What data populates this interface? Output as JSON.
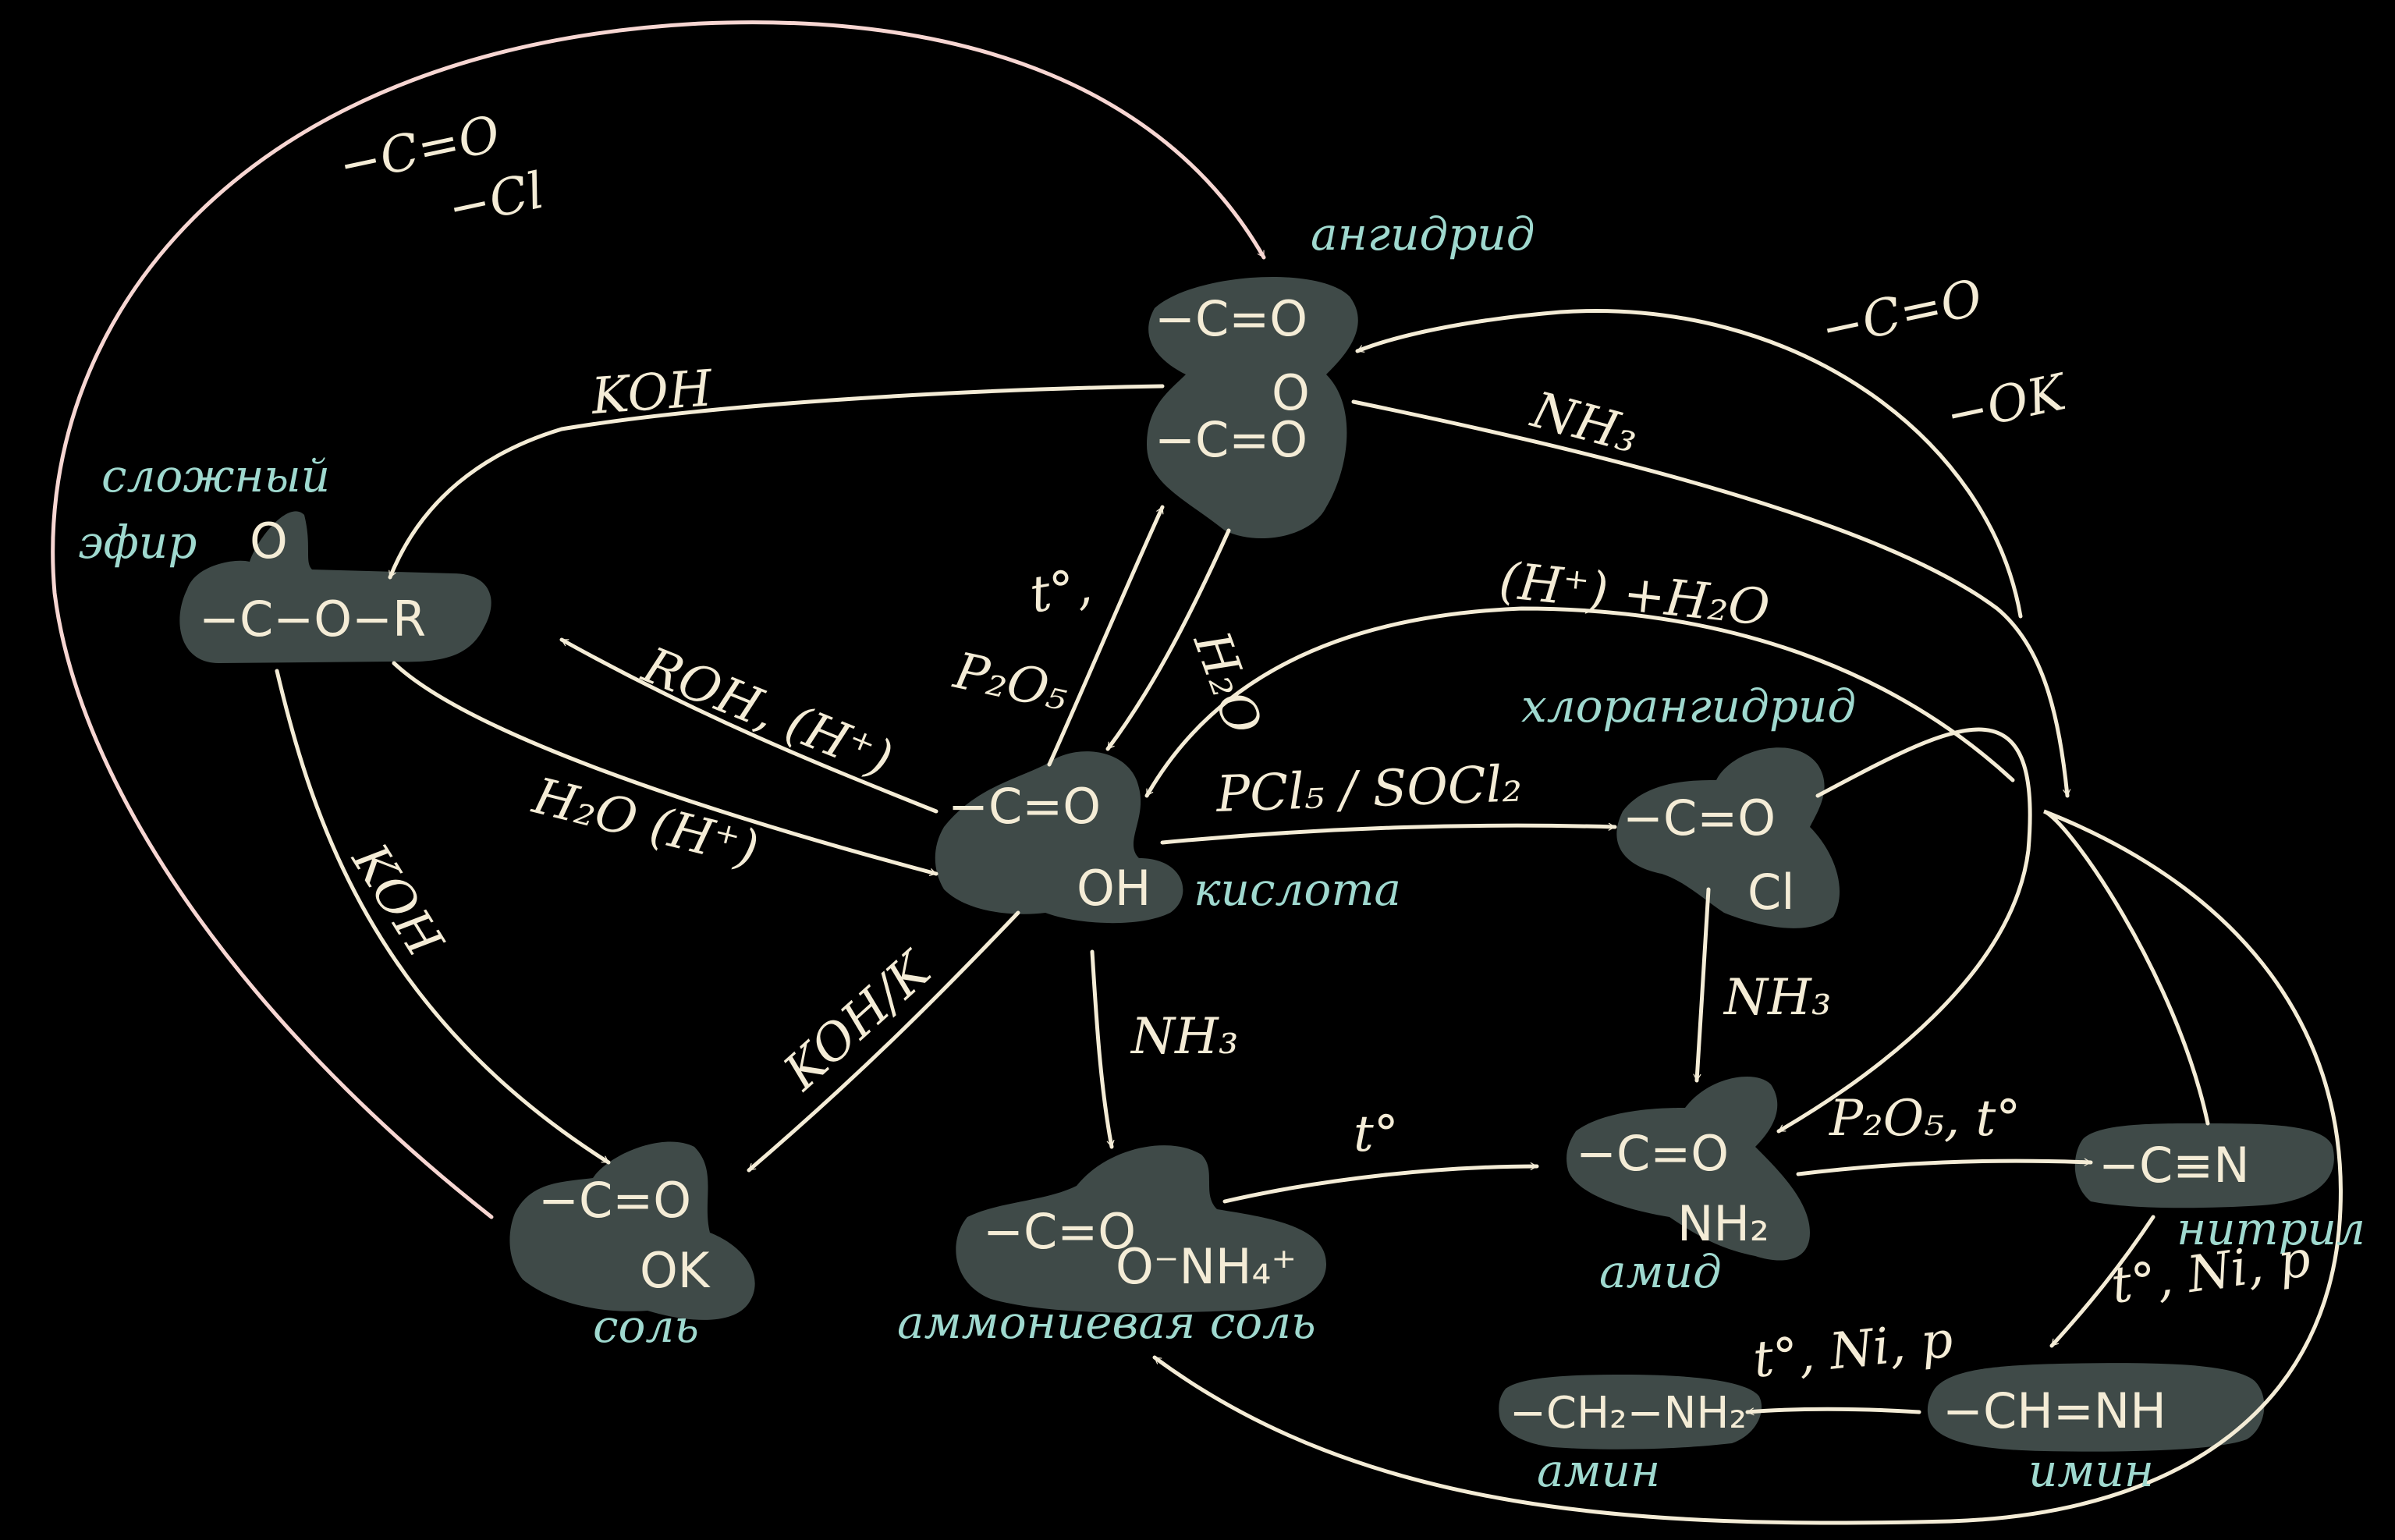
{
  "compounds": {
    "anhydride": {
      "name": "ангидрид",
      "line1": "−C=O",
      "line2": "O",
      "line3": "−C=O"
    },
    "ester": {
      "name_line1": "сложный",
      "name_line2": "эфир",
      "carbonyl_o": "O",
      "formula": "−C−O−R"
    },
    "acid": {
      "name": "кислота",
      "line1": "−C=O",
      "line2": "OH"
    },
    "acid_chloride": {
      "name": "хлорангидрид",
      "line1": "−C=O",
      "line2": "Cl"
    },
    "salt": {
      "name": "соль",
      "line1": "−C=O",
      "line2": "OK"
    },
    "ammonium_salt": {
      "name": "аммониевая соль",
      "line1": "−C=O",
      "line2": "O⁻NH₄⁺"
    },
    "amide": {
      "name": "амид",
      "line1": "−C=O",
      "line2": "NH₂"
    },
    "nitrile": {
      "name": "нитрил",
      "formula": "−C≡N"
    },
    "imine": {
      "name": "имин",
      "formula": "−CH=NH"
    },
    "amine": {
      "name": "амин",
      "formula": "−CH₂−NH₂"
    }
  },
  "reagents": {
    "acyl_chloride_top_1": "−C=O",
    "acyl_chloride_top_2": "−Cl",
    "carboxylate_right_1": "−C=O",
    "carboxylate_right_2": "−OK",
    "koh_top": "KOH",
    "koh_left": "KOH",
    "nh3_top": "NH₃",
    "h_h2o": "(H⁺) +H₂O",
    "roh": "ROH, (H⁺)",
    "h2o_h": "H₂O (H⁺)",
    "p2o5": "P₂O₅",
    "t_comma": "t°,",
    "h2o_down": "H₂O",
    "pcl5_socl2": "PCl₅ / SOCl₂",
    "koh_k": "KOH/K",
    "nh3_mid": "NH₃",
    "nh3_right": "NH₃",
    "t_heat": "t°",
    "p2o5_t": "P₂O₅, t°",
    "t_ni_p_right": "t°, Ni, p",
    "t_ni_p_bottom": "t°, Ni, p"
  },
  "colors": {
    "ink": "#f4ecd6",
    "pink_ink": "#f7d6d2",
    "label_teal": "#9fd9cf",
    "blob": "#3f4a48",
    "background": "#000000"
  }
}
